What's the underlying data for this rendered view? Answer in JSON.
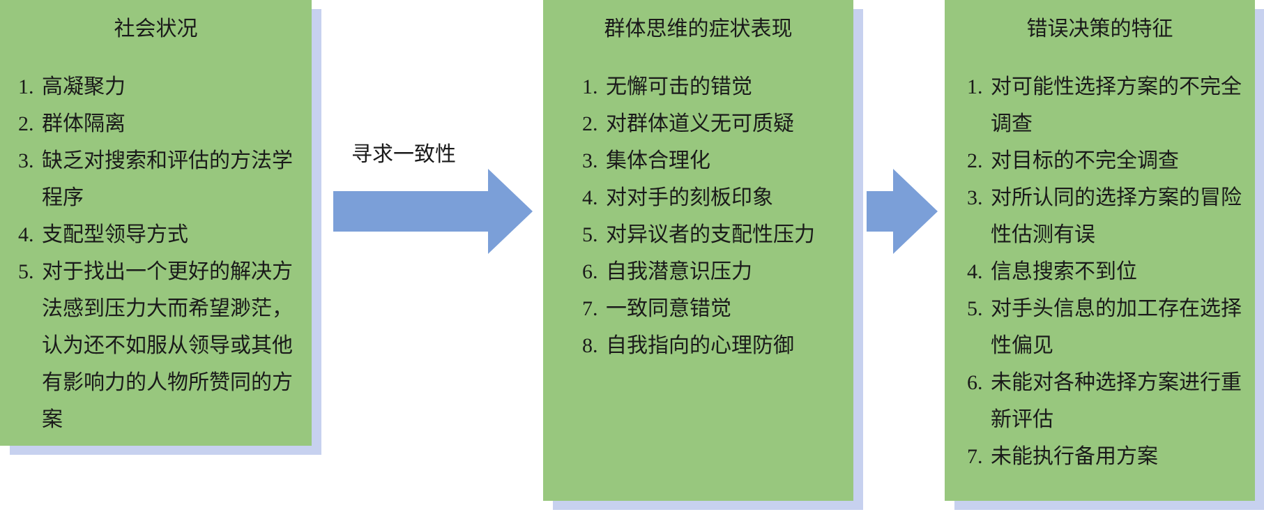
{
  "arrow_label": "寻求一致性",
  "panels": {
    "social": {
      "title": "社会状况",
      "items": [
        {
          "num": "1.",
          "text": "高凝聚力"
        },
        {
          "num": "2.",
          "text": "群体隔离"
        },
        {
          "num": "3.",
          "text": "缺乏对搜索和评估的方法学程序"
        },
        {
          "num": "4.",
          "text": "支配型领导方式"
        },
        {
          "num": "5.",
          "text": "对于找出一个更好的解决方法感到压力大而希望渺茫，认为还不如服从领导或其他有影响力的人物所赞同的方案"
        }
      ]
    },
    "symptoms": {
      "title": "群体思维的症状表现",
      "items": [
        {
          "num": "1.",
          "text": "无懈可击的错觉"
        },
        {
          "num": "2.",
          "text": "对群体道义无可质疑"
        },
        {
          "num": "3.",
          "text": "集体合理化"
        },
        {
          "num": "4.",
          "text": "对对手的刻板印象"
        },
        {
          "num": "5.",
          "text": "对异议者的支配性压力"
        },
        {
          "num": "6.",
          "text": "自我潜意识压力"
        },
        {
          "num": "7.",
          "text": "一致同意错觉"
        },
        {
          "num": "8.",
          "text": "自我指向的心理防御"
        }
      ]
    },
    "defects": {
      "title": "错误决策的特征",
      "items": [
        {
          "num": "1.",
          "text": "对可能性选择方案的不完全调查"
        },
        {
          "num": "2.",
          "text": "对目标的不完全调查"
        },
        {
          "num": "3.",
          "text": "对所认同的选择方案的冒险性估测有误"
        },
        {
          "num": "4.",
          "text": "信息搜索不到位"
        },
        {
          "num": "5.",
          "text": "对手头信息的加工存在选择性偏见"
        },
        {
          "num": "6.",
          "text": "未能对各种选择方案进行重新评估"
        },
        {
          "num": "7.",
          "text": "未能执行备用方案"
        }
      ]
    }
  },
  "colors": {
    "panel_fill": "#98c77e",
    "panel_shadow": "#c7d1ef",
    "arrow_fill": "#7b9fd8"
  }
}
